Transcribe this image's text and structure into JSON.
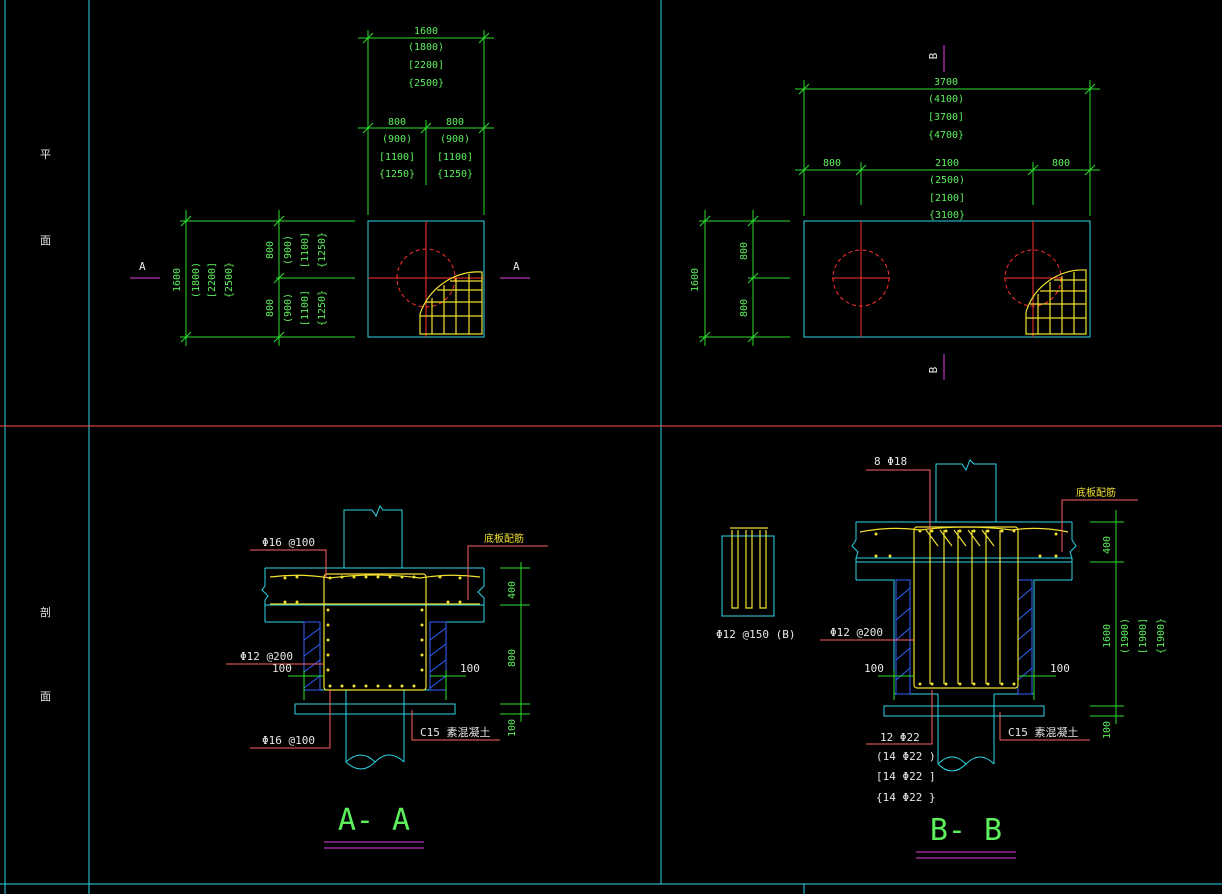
{
  "side_labels": {
    "plan_top": "平",
    "plan_bottom": "面",
    "sec_top": "剖",
    "sec_bottom": "面"
  },
  "plan_a": {
    "width_dims": [
      "1600",
      "(1800)",
      "[2200]",
      "{2500}"
    ],
    "half_left": [
      "800",
      "(900)",
      "[1100]",
      "{1250}"
    ],
    "half_right": [
      "800",
      "(900)",
      "[1100]",
      "{1250}"
    ],
    "height_total": [
      "1600",
      "(1800)",
      "[2200]",
      "{2500}"
    ],
    "height_top": [
      "800",
      "(900)",
      "[1100]",
      "{1250}"
    ],
    "height_bot": [
      "800",
      "(900)",
      "[1100]",
      "{1250}"
    ],
    "cut_left": "A",
    "cut_right": "A"
  },
  "plan_b": {
    "width_dims": [
      "3700",
      "(4100)",
      "[3700]",
      "{4700}"
    ],
    "seg_left": "800",
    "seg_mid": [
      "2100",
      "(2500)",
      "[2100]",
      "{3100}"
    ],
    "seg_right": "800",
    "height_total": "1600",
    "height_top": "800",
    "height_bot": "800",
    "cut_top": "B",
    "cut_bottom": "B"
  },
  "section_a": {
    "title": "A- A",
    "top_rebar": "Φ16 @100",
    "slab_rebar": "底板配筋",
    "side_rebar": "Φ12 @200",
    "bottom_rebar": "Φ16 @100",
    "cover_left": "100",
    "cover_right": "100",
    "concrete": "C15 素混凝土",
    "dim_top": "400",
    "dim_mid": "800",
    "dim_bot": "100"
  },
  "section_b": {
    "title": "B- B",
    "top_bars": "8 Φ18",
    "slab_rebar": "底板配筋",
    "side_rebar": "Φ12 @200",
    "stirrup": "Φ12 @150 (B)",
    "cover_left": "100",
    "cover_right": "100",
    "concrete": "C15 素混凝土",
    "main_bars": [
      "12 Φ22",
      "(14 Φ22 )",
      "[14 Φ22 ]",
      "{14 Φ22 }"
    ],
    "dim_top": "400",
    "dim_mid": [
      "1600",
      "(1900)",
      "[1900]",
      "{1900}"
    ],
    "dim_bot": "100"
  }
}
